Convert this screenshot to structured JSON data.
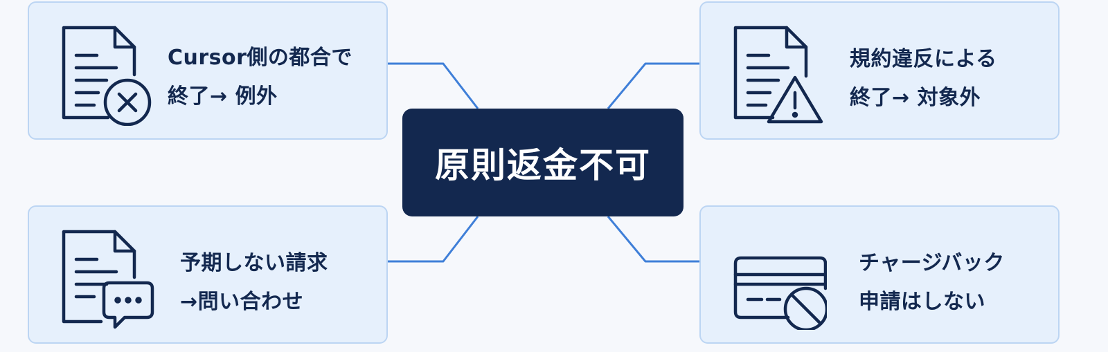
{
  "center": {
    "title": "原則返金不可"
  },
  "colors": {
    "navy": "#13284f",
    "card_bg": "#e6f0fc",
    "card_border": "#bcd5f3",
    "connector": "#3f7fd8",
    "background": "#f6f8fc"
  },
  "cards": {
    "top_left": {
      "icon": "document-x-icon",
      "lines": [
        "Cursor側の都合で",
        "終了→ 例外"
      ]
    },
    "bottom_left": {
      "icon": "document-chat-icon",
      "lines": [
        "予期しない請求",
        "→問い合わせ"
      ]
    },
    "top_right": {
      "icon": "document-warning-icon",
      "lines": [
        "規約違反による",
        "終了→ 対象外"
      ]
    },
    "bottom_right": {
      "icon": "credit-card-prohibited-icon",
      "lines": [
        "チャージバック",
        "申請はしない"
      ]
    }
  }
}
